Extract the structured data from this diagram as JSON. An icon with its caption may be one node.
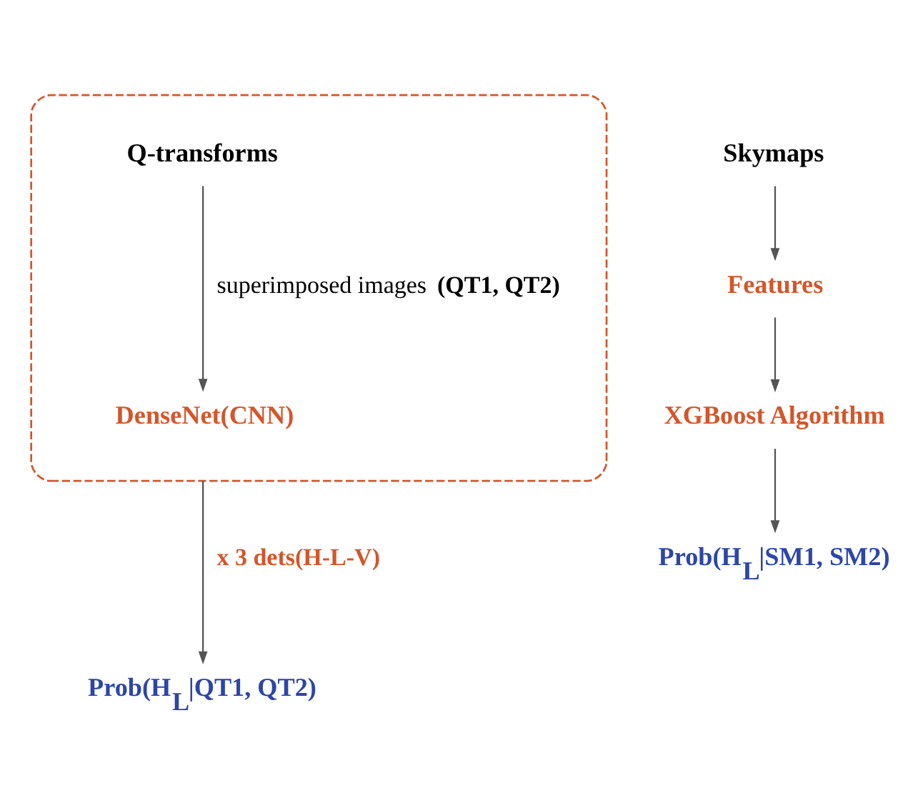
{
  "diagram": {
    "nodes": [
      {
        "text": [],
        "shape": "ellipse"
      },
      {
        "text": [
          "Q-transforms"
        ],
        "in": 0
      },
      {
        "text": [
          "DenseNet(CNN)"
        ],
        "in": 0
      },
      {
        "text": [
          "Prob(H$_{L}$|QT1, QT2)"
        ]
      },
      {
        "text": [
          "Skymaps"
        ]
      },
      {
        "text": [
          "Features"
        ]
      },
      {
        "text": [
          "XGBoost Algorithm"
        ]
      },
      {
        "text": [
          "Prob(H$_{L}$|SM1, SM2)"
        ]
      }
    ],
    "edges": [
      {
        "from": 1,
        "to": 2,
        "arrow": "to",
        "label": "superimposed images **(QT1, QT2)**"
      },
      {
        "from": 0,
        "to": 3,
        "arrow": "to",
        "label": "x 3 dets(H-L-V)"
      },
      {
        "from": 4,
        "to": 5,
        "arrow": "to"
      },
      {
        "from": 5,
        "to": 6,
        "arrow": "to"
      },
      {
        "from": 6,
        "to": 7,
        "arrow": "to"
      }
    ]
  }
}
